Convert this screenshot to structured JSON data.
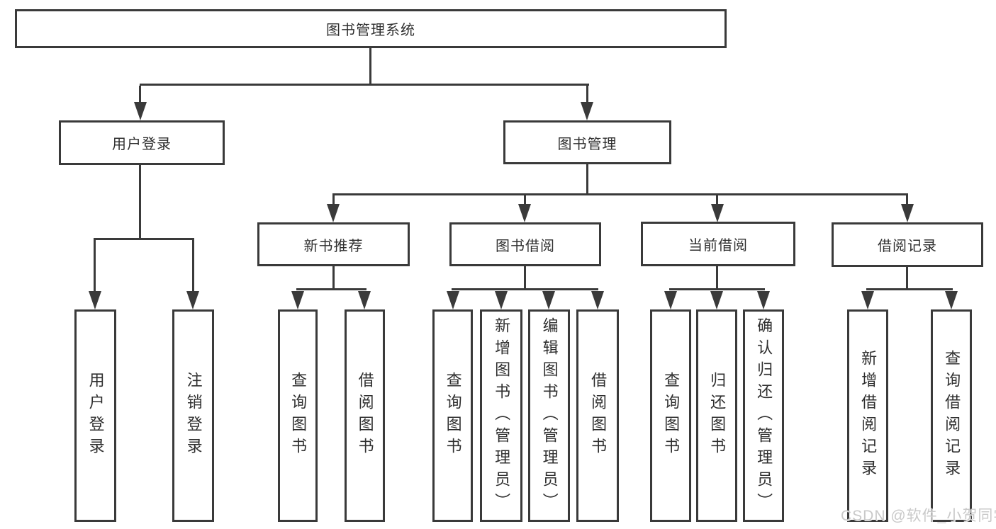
{
  "diagram": {
    "root_label": "图书管理系统",
    "level2": [
      {
        "label": "用户登录"
      },
      {
        "label": "图书管理"
      }
    ],
    "level3": [
      {
        "label": "新书推荐",
        "parent": "图书管理"
      },
      {
        "label": "图书借阅",
        "parent": "图书管理"
      },
      {
        "label": "当前借阅",
        "parent": "图书管理"
      },
      {
        "label": "借阅记录",
        "parent": "图书管理"
      }
    ],
    "leaves": [
      {
        "label": "用户登录",
        "parent": "用户登录"
      },
      {
        "label": "注销登录",
        "parent": "用户登录"
      },
      {
        "label": "查询图书",
        "parent": "新书推荐"
      },
      {
        "label": "借阅图书",
        "parent": "新书推荐"
      },
      {
        "label": "查询图书",
        "parent": "图书借阅"
      },
      {
        "label": "新增图书（管理员）",
        "parent": "图书借阅"
      },
      {
        "label": "编辑图书（管理员）",
        "parent": "图书借阅"
      },
      {
        "label": "借阅图书",
        "parent": "图书借阅"
      },
      {
        "label": "查询图书",
        "parent": "当前借阅"
      },
      {
        "label": "归还图书",
        "parent": "当前借阅"
      },
      {
        "label": "确认归还（管理员）",
        "parent": "当前借阅"
      },
      {
        "label": "新增借阅记录",
        "parent": "借阅记录"
      },
      {
        "label": "查询借阅记录",
        "parent": "借阅记录"
      }
    ]
  },
  "watermark": {
    "text": "CSDN @软件_小贺同学"
  },
  "colors": {
    "line": "#3a3a3a",
    "text": "#2f2f2f",
    "watermark": "#c9c9c9",
    "background": "#ffffff"
  }
}
